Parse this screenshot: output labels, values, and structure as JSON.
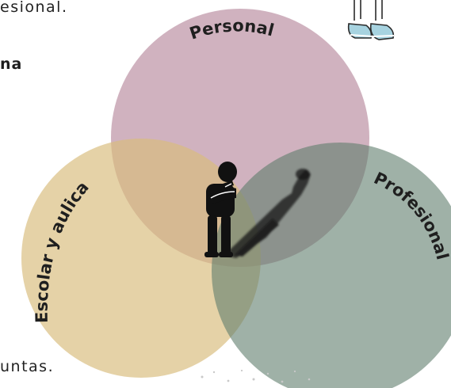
{
  "text_fragments": {
    "top": "esional.",
    "na": "na",
    "bottom": "untas."
  },
  "venn": {
    "sets": [
      {
        "label": "Personal",
        "color": "#b07f94"
      },
      {
        "label": "Escolar y aulica",
        "color": "#d8bd7e"
      },
      {
        "label": "Profesional",
        "color": "#5f7d6c"
      }
    ]
  },
  "figure_icon": "thinking-person-with-shadow"
}
